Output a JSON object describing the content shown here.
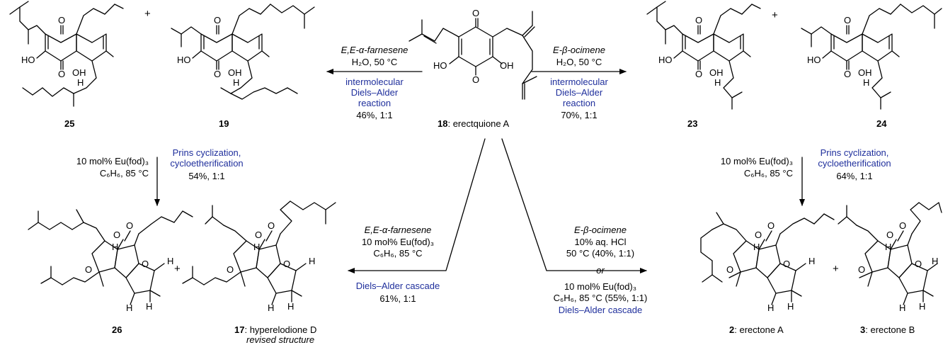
{
  "compounds": {
    "c25": {
      "num": "25"
    },
    "c19": {
      "num": "19"
    },
    "c18": {
      "num": "18",
      "name": ": erectquione A"
    },
    "c23": {
      "num": "23"
    },
    "c24": {
      "num": "24"
    },
    "c26": {
      "num": "26"
    },
    "c17": {
      "num": "17",
      "name": ": hyperelodione D",
      "note": "revised structure"
    },
    "c2": {
      "num": "2",
      "name": ": erectone A"
    },
    "c3": {
      "num": "3",
      "name": ": erectone B"
    }
  },
  "plus": "+",
  "atoms": {
    "O": "O",
    "HO": "HO",
    "OH": "OH",
    "H": "H"
  },
  "arrows": {
    "top_left": {
      "reagent": "E,E-α-farnesene",
      "cond": "H₂O, 50 °C",
      "type1": "intermolecular",
      "type2": "Diels–Alder",
      "type3": "reaction",
      "yield": "46%, 1:1"
    },
    "top_right": {
      "reagent": "E-β-ocimene",
      "cond": "H₂O, 50 °C",
      "type1": "intermolecular",
      "type2": "Diels–Alder",
      "type3": "reaction",
      "yield": "70%, 1:1"
    },
    "left_down": {
      "cat": "10 mol% Eu(fod)₃",
      "cond": "C₆H₆, 85 °C",
      "type1": "Prins cyclization,",
      "type2": "cycloetherification",
      "yield": "54%, 1:1"
    },
    "right_down": {
      "cat": "10 mol% Eu(fod)₃",
      "cond": "C₆H₆, 85 °C",
      "type1": "Prins cyclization,",
      "type2": "cycloetherification",
      "yield": "64%, 1:1"
    },
    "bottom_left": {
      "reagent": "E,E-α-farnesene",
      "cat": "10 mol% Eu(fod)₃",
      "cond": "C₆H₆, 85 °C",
      "type": "Diels–Alder cascade",
      "yield": "61%, 1:1"
    },
    "bottom_right": {
      "reagent": "E-β-ocimene",
      "acid": "10% aq. HCl",
      "cond1": "50 °C (40%, 1:1)",
      "or": "or",
      "cat": "10 mol% Eu(fod)₃",
      "cond2": "C₆H₆, 85 °C (55%, 1:1)",
      "type": "Diels–Alder cascade"
    }
  }
}
